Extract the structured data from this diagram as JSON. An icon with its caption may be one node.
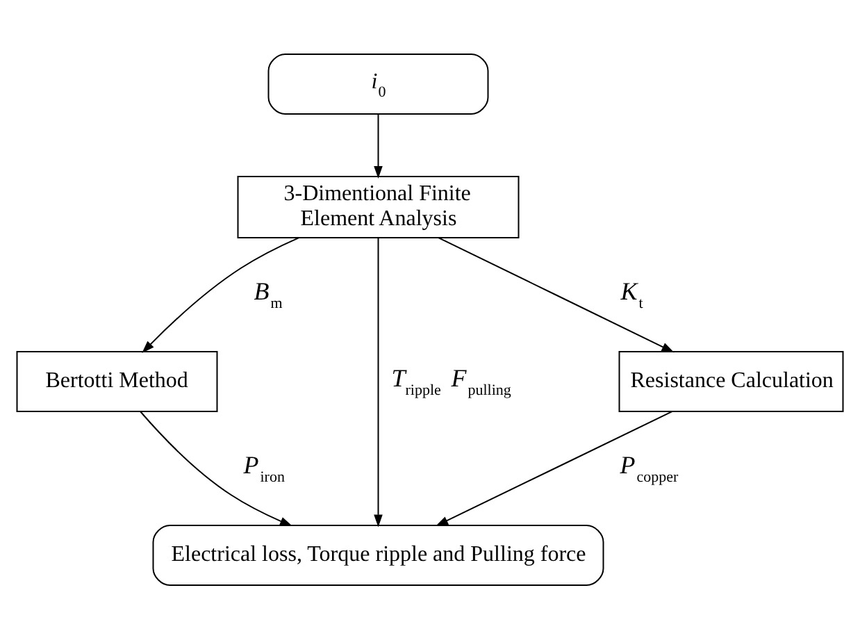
{
  "diagram": {
    "nodes": [
      {
        "text": [
          "*i*$_{0}$"
        ]
      },
      {
        "text": [
          "3-Dimentional Finite Element Analysis"
        ]
      },
      {
        "text": [
          "Bertotti Method"
        ]
      },
      {
        "text": [
          "Resistance Calculation"
        ]
      },
      {
        "text": [
          "Electrical loss, Torque ripple and Pulling force"
        ]
      }
    ],
    "edges": [
      {
        "from": 0,
        "to": 1,
        "arrow": "to"
      },
      {
        "from": 1,
        "to": 2,
        "arrow": "to",
        "label": "*B*$_{m}$"
      },
      {
        "from": 1,
        "to": 4,
        "arrow": "to",
        "label": "*T*$_{ripple}$ *F*$_{pulling}$"
      },
      {
        "from": 1,
        "to": 3,
        "arrow": "to",
        "label": "*K*$_{t}$"
      },
      {
        "from": 2,
        "to": 4,
        "arrow": "to",
        "label": "*P*$_{iron}$"
      },
      {
        "from": 3,
        "to": 4,
        "arrow": "to",
        "label": "*P*$_{copper}$"
      }
    ]
  }
}
